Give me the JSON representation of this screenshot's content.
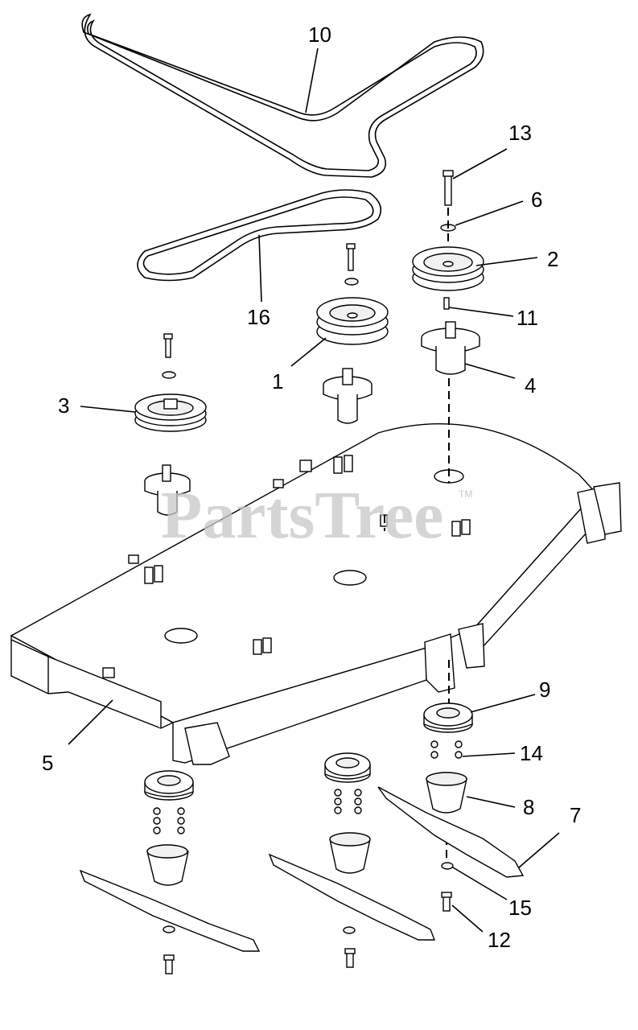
{
  "watermark": {
    "text": "PartsTree",
    "trademark": "TM"
  },
  "callouts": [
    {
      "id": "1",
      "text": "1"
    },
    {
      "id": "2",
      "text": "2"
    },
    {
      "id": "3",
      "text": "3"
    },
    {
      "id": "4",
      "text": "4"
    },
    {
      "id": "5",
      "text": "5"
    },
    {
      "id": "6",
      "text": "6"
    },
    {
      "id": "7",
      "text": "7"
    },
    {
      "id": "8",
      "text": "8"
    },
    {
      "id": "9",
      "text": "9"
    },
    {
      "id": "10",
      "text": "10"
    },
    {
      "id": "11",
      "text": "11"
    },
    {
      "id": "12",
      "text": "12"
    },
    {
      "id": "13",
      "text": "13"
    },
    {
      "id": "14",
      "text": "14"
    },
    {
      "id": "15",
      "text": "15"
    },
    {
      "id": "16",
      "text": "16"
    }
  ],
  "colors": {
    "line": "#000000",
    "watermark": "#c8c8c8",
    "background": "#ffffff"
  }
}
